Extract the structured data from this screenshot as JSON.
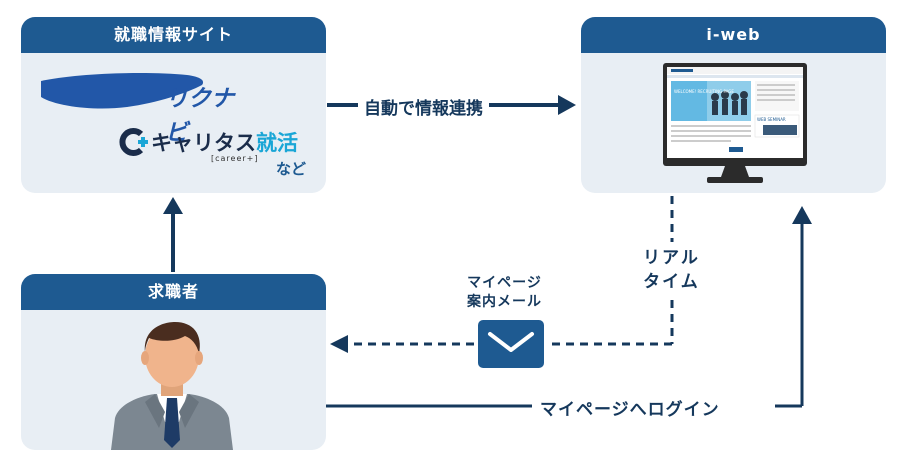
{
  "cards": {
    "job_site": {
      "title": "就職情報サイト",
      "logo_rikunabi": "リクナビ",
      "logo_careertasu": "キャリタス",
      "logo_careertasu_suffix": "就活",
      "logo_careertasu_sub": "[career+]",
      "etc": "など"
    },
    "iweb": {
      "title": "i-web",
      "screen": {
        "hero_text": "WELCOME! RECRUITING PAGE",
        "seminar_text": "WEB SEMINAR"
      }
    },
    "job_seeker": {
      "title": "求職者"
    }
  },
  "flows": {
    "auto_link": "自動で情報連携",
    "realtime_line1": "リアル",
    "realtime_line2": "タイム",
    "mail_line1": "マイページ",
    "mail_line2": "案内メール",
    "login": "マイページへログイン"
  },
  "colors": {
    "header": "#1e5a91",
    "card_bg": "#e8eef4",
    "arrow": "#15385c",
    "text": "#15385c"
  },
  "icons": [
    "mail-icon",
    "person-icon",
    "monitor-icon",
    "careertasu-logo",
    "rikunabi-logo"
  ]
}
